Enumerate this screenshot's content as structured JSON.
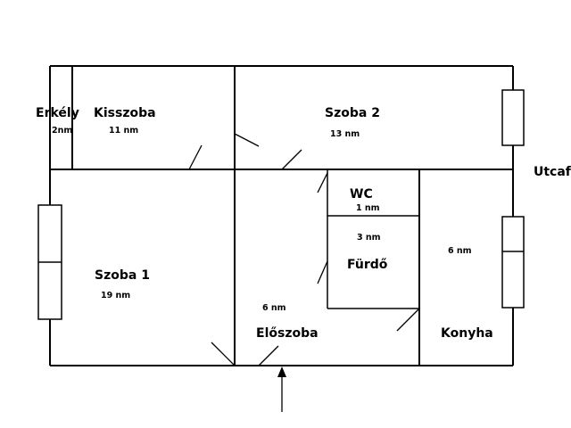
{
  "rooms": {
    "erkely": {
      "name": "Erkély",
      "area": "2nm"
    },
    "kisszoba": {
      "name": "Kisszoba",
      "area": "11 nm"
    },
    "szoba2": {
      "name": "Szoba 2",
      "area": "13 nm"
    },
    "wc": {
      "name": "WC",
      "area": "1 nm"
    },
    "furdo": {
      "name": "Fürdő",
      "area": "3 nm"
    },
    "szoba1": {
      "name": "Szoba 1",
      "area": "19 nm"
    },
    "eloszoba": {
      "name": "Előszoba",
      "area": "6 nm"
    },
    "konyha": {
      "name": "Konyha",
      "area": "6 nm"
    }
  },
  "street": {
    "label": "Utcaf"
  }
}
